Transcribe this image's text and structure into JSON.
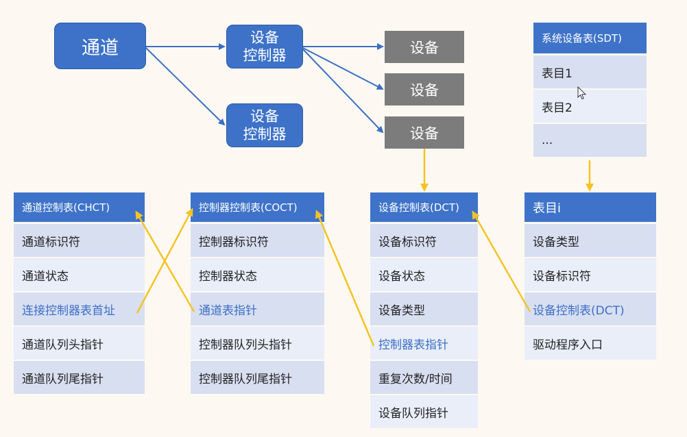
{
  "nodes": {
    "channel": "通道",
    "controller": [
      "设备",
      "控制器"
    ],
    "device": "设备"
  },
  "sdt": {
    "title": "系统设备表(SDT)",
    "rows": [
      "表目1",
      "表目2",
      "..."
    ]
  },
  "chct": {
    "title": "通道控制表(CHCT)",
    "rows": [
      "通道标识符",
      "通道状态",
      "连接控制器表首址",
      "通道队列头指针",
      "通道队列尾指针"
    ]
  },
  "coct": {
    "title": "控制器控制表(COCT)",
    "rows": [
      "控制器标识符",
      "控制器状态",
      "通道表指针",
      "控制器队列头指针",
      "控制器队列尾指针"
    ]
  },
  "dct": {
    "title": "设备控制表(DCT)",
    "rows": [
      "设备标识符",
      "设备状态",
      "设备类型",
      "控制器表指针",
      "重复次数/时间",
      "设备队列指针"
    ]
  },
  "entry": {
    "title": "表目i",
    "rows": [
      "设备类型",
      "设备标识符",
      "设备控制表(DCT)",
      "驱动程序入口"
    ]
  },
  "colors": {
    "accent_blue": "#3e73c9",
    "device_gray": "#7c7c7c",
    "pointer_yellow": "#f5c325",
    "highlight_text": "#3d6fc6"
  }
}
